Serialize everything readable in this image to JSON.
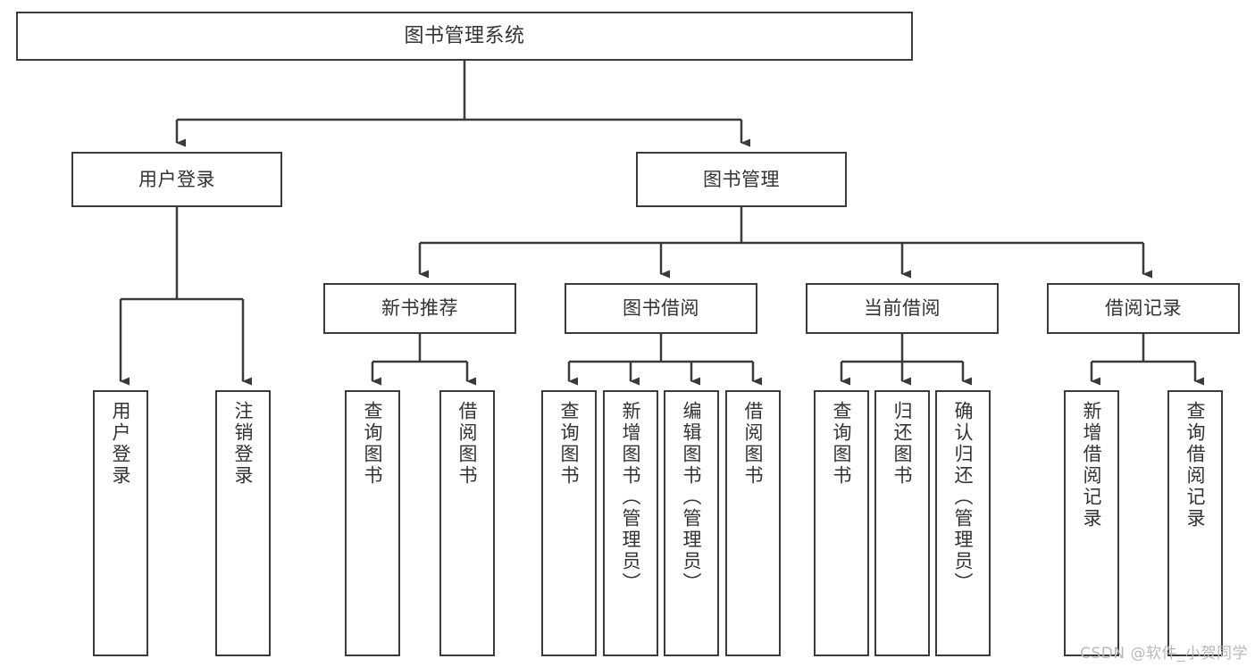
{
  "diagram": {
    "title": "图书管理系统",
    "watermark": "CSDN @软件_小贺同学",
    "colors": {
      "background": "#ffffff",
      "box_border": "#3a3a3a",
      "text": "#333333",
      "edge": "#3a3a3a",
      "watermark": "#b9b9b9"
    },
    "nodes": {
      "root": {
        "label": "图书管理系统"
      },
      "level2": [
        {
          "label": "用户登录"
        },
        {
          "label": "图书管理"
        }
      ],
      "level3": [
        {
          "label": "新书推荐"
        },
        {
          "label": "图书借阅"
        },
        {
          "label": "当前借阅"
        },
        {
          "label": "借阅记录"
        }
      ],
      "leaves": {
        "user_login": [
          {
            "label": "用户登录"
          },
          {
            "label": "注销登录"
          }
        ],
        "new_book_recommend": [
          {
            "label": "查询图书"
          },
          {
            "label": "借阅图书"
          }
        ],
        "book_borrow": [
          {
            "label": "查询图书"
          },
          {
            "label": "新增图书（管理员）"
          },
          {
            "label": "编辑图书（管理员）"
          },
          {
            "label": "借阅图书"
          }
        ],
        "current_borrow": [
          {
            "label": "查询图书"
          },
          {
            "label": "归还图书"
          },
          {
            "label": "确认归还（管理员）"
          }
        ],
        "borrow_record": [
          {
            "label": "新增借阅记录"
          },
          {
            "label": "查询借阅记录"
          }
        ]
      }
    }
  }
}
